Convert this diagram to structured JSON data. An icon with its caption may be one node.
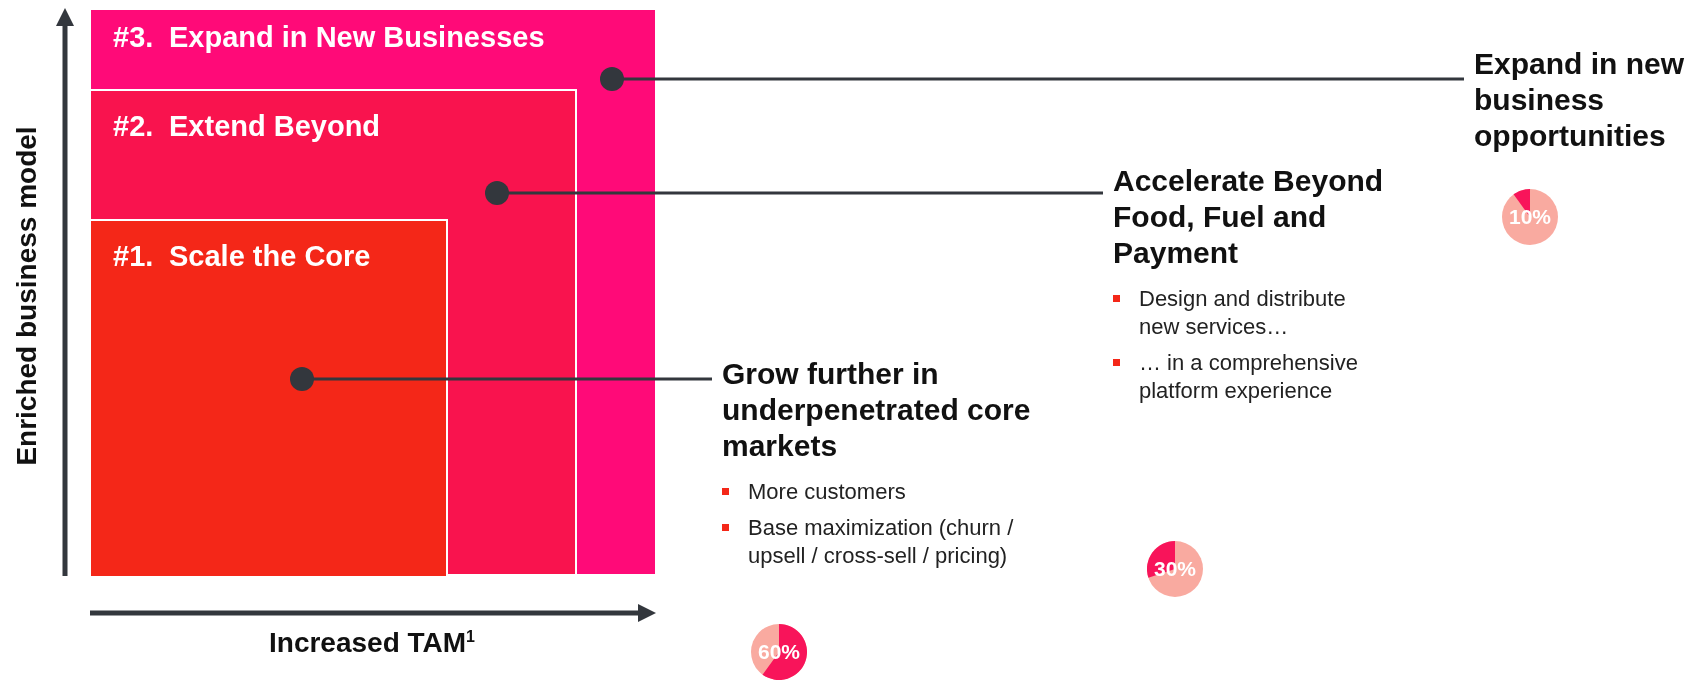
{
  "diagram": {
    "nodes": [
      {
        "text": [
          "#3.",
          "Expand in New Businesses"
        ]
      },
      {
        "text": [
          "#2.",
          "Extend Beyond"
        ],
        "in": 0
      },
      {
        "text": [
          "#1.",
          "Scale the Core"
        ],
        "in": 1
      },
      {
        "text": [
          "Expand in new business opportunities"
        ]
      },
      {
        "text": [
          "10%"
        ]
      },
      {
        "text": [
          "Accelerate Beyond Food, Fuel and Payment",
          "Design and distribute new services…",
          "… in a comprehensive platform experience"
        ]
      },
      {
        "text": [
          "30%"
        ]
      },
      {
        "text": [
          "Grow further in underpenetrated core markets",
          "More customers",
          "Base maximization (churn / upsell / cross-sell / pricing)"
        ]
      },
      {
        "text": [
          "60%"
        ]
      }
    ],
    "edges": [
      {
        "from": 0,
        "to": 3,
        "arrow": "other"
      },
      {
        "from": 1,
        "to": 5,
        "arrow": "other"
      },
      {
        "from": 2,
        "to": 7,
        "arrow": "other"
      }
    ],
    "labels": [
      "Enriched business model",
      "Increased TAM$^{1}$"
    ]
  }
}
